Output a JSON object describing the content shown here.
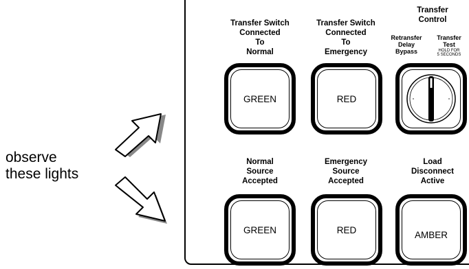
{
  "side_label": [
    "observe",
    "these lights"
  ],
  "columns": [
    {
      "top_caption": [
        "Transfer Switch",
        "Connected",
        "To",
        "Normal"
      ],
      "top_lamp": "GREEN",
      "bottom_caption": [
        "Normal",
        "Source",
        "Accepted"
      ],
      "bottom_lamp": "GREEN"
    },
    {
      "top_caption": [
        "Transfer Switch",
        "Connected",
        "To",
        "Emergency"
      ],
      "top_lamp": "RED",
      "bottom_caption": [
        "Emergency",
        "Source",
        "Accepted"
      ],
      "bottom_lamp": "RED"
    },
    {
      "top_caption": [
        "Transfer",
        "Control"
      ],
      "switch_left": [
        "Retransfer",
        "Delay",
        "Bypass"
      ],
      "switch_right": [
        "Transfer",
        "Test"
      ],
      "switch_note": [
        "HOLD FOR",
        "5 SECONDS"
      ],
      "bottom_caption": [
        "Load",
        "Disconnect",
        "Active"
      ],
      "bottom_lamp": "AMBER"
    }
  ]
}
